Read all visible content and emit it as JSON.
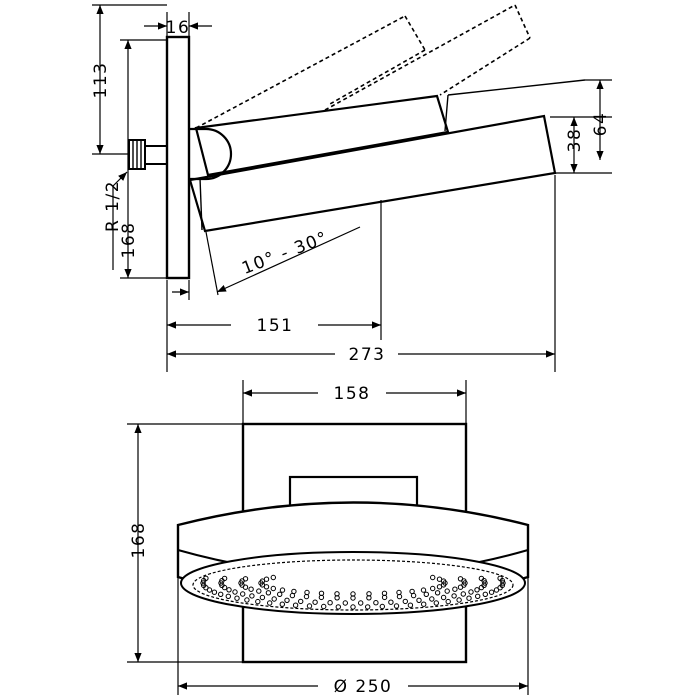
{
  "side_view": {
    "wall_plate_thickness": "16",
    "height_above_outlet": "113",
    "plate_height": "168",
    "thread": "R 1/2",
    "tilt_range": "10° - 30°",
    "arm_length": "151",
    "total_projection": "273",
    "head_thickness": "38",
    "head_height_tilted": "64"
  },
  "front_view": {
    "plate_width": "158",
    "overall_height": "168",
    "head_diameter": "Ø 250"
  }
}
